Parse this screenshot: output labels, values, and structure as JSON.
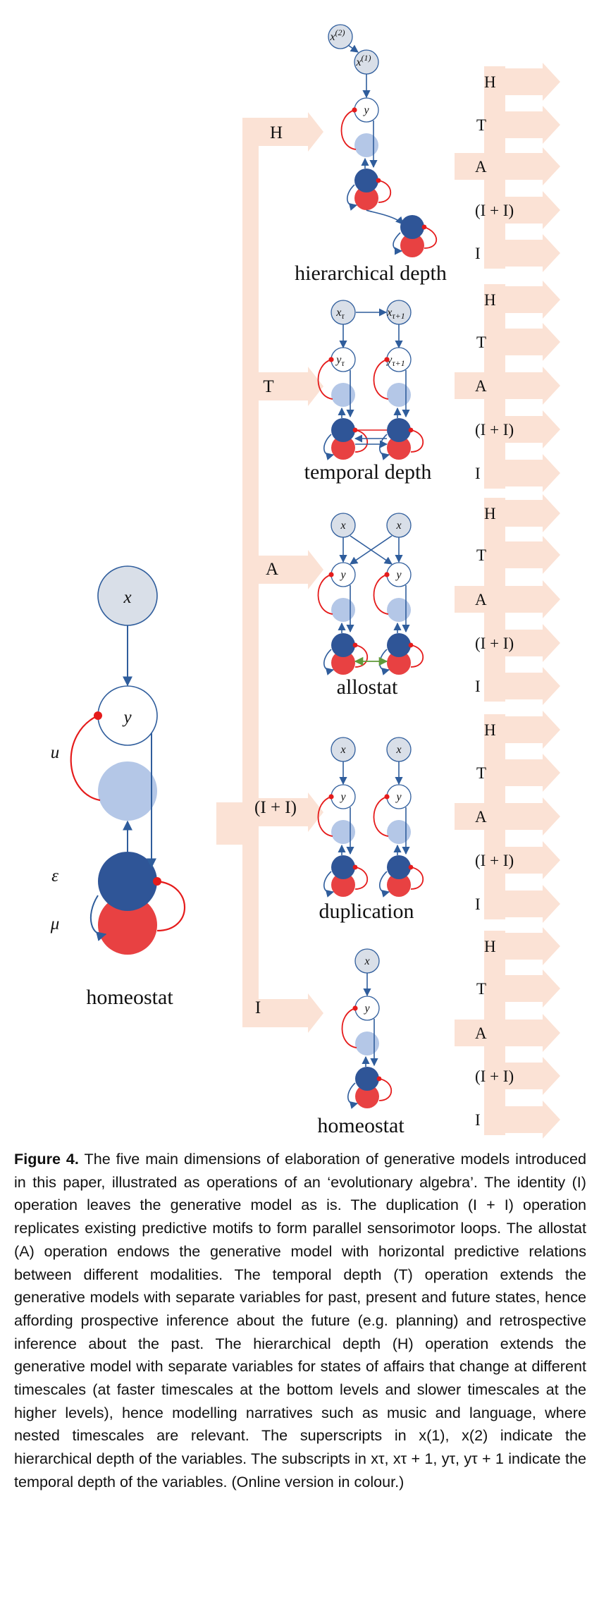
{
  "figure": {
    "homeostat_large": {
      "label": "homeostat",
      "x_label": "x",
      "y_label": "y",
      "u_label": "u",
      "epsilon_label": "ε",
      "mu_label": "μ"
    },
    "branches": [
      {
        "op": "H",
        "title": "hierarchical depth"
      },
      {
        "op": "T",
        "title": "temporal depth"
      },
      {
        "op": "A",
        "title": "allostat"
      },
      {
        "op": "(I + I)",
        "title": "duplication"
      },
      {
        "op": "I",
        "title": "homeostat"
      }
    ],
    "right_ops": [
      "H",
      "T",
      "A",
      "(I + I)",
      "I"
    ],
    "hier_labels": {
      "x2": "x",
      "x2_sup": "(2)",
      "x1": "x",
      "x1_sup": "(1)",
      "y": "y"
    },
    "temp_labels": {
      "x_t": "x",
      "x_t_sub": "τ",
      "x_t1": "x",
      "x_t1_sub": "τ+1",
      "y_t": "y",
      "y_t_sub": "τ",
      "y_t1": "y",
      "y_t1_sub": "τ+1"
    },
    "small_labels": {
      "x": "x",
      "y": "y"
    }
  },
  "caption": {
    "label": "Figure 4.",
    "text": "The five main dimensions of elaboration of generative models introduced in this paper, illustrated as operations of an ‘evolutionary algebra’. The identity (I) operation leaves the generative model as is. The duplication (I + I) operation replicates existing predictive motifs to form parallel sensorimotor loops. The allostat (A) operation endows the generative model with horizontal predictive relations between different modalities. The temporal depth (T) operation extends the generative models with separate variables for past, present and future states, hence affording prospective inference about the future (e.g. planning) and retrospective inference about the past. The hierarchical depth (H) operation extends the generative model with separate variables for states of affairs that change at different timescales (at faster timescales at the bottom levels and slower timescales at the higher levels), hence modelling narratives such as music and language, where nested timescales are relevant. The superscripts in x(1), x(2) indicate the hierarchical depth of the variables. The subscripts in xτ, xτ + 1, yτ, yτ + 1 indicate the temporal depth of the variables. (Online version in colour.)"
  },
  "colors": {
    "arrow_fill": "#fbe2d5",
    "node_x_fill": "#d9dfe8",
    "node_light": "#b4c7e7",
    "node_dark": "#2f5597",
    "node_red": "#e84142",
    "edge_blue": "#2f5d9c",
    "edge_red": "#e51b1b",
    "edge_green": "#5f9a3a"
  }
}
